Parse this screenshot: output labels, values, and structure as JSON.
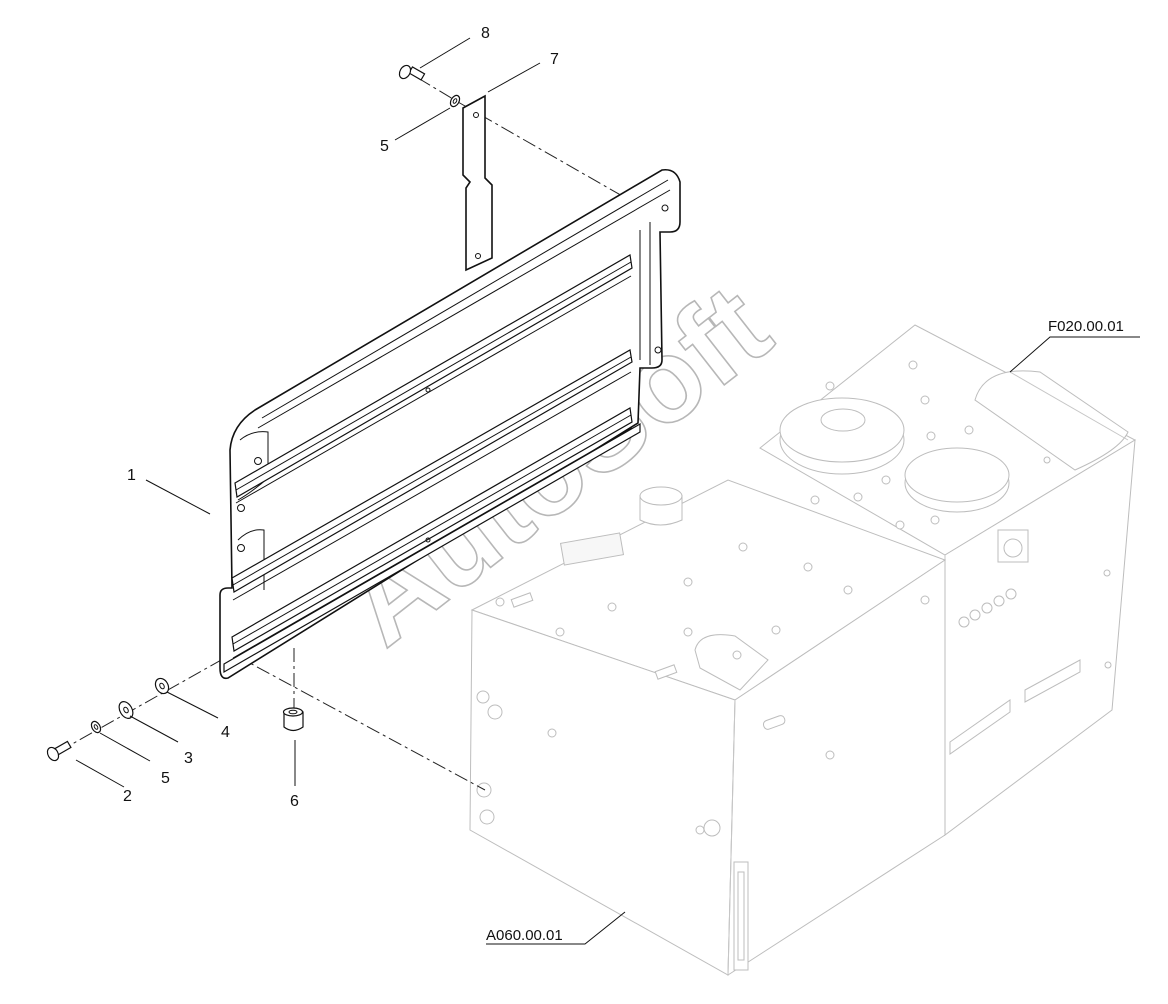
{
  "watermark": "AutoSoft",
  "callouts": {
    "c1": "1",
    "c2": "2",
    "c3": "3",
    "c4": "4",
    "c5a": "5",
    "c5b": "5",
    "c6": "6",
    "c7": "7",
    "c8": "8"
  },
  "references": {
    "right_assembly": "F020.00.01",
    "bottom_assembly": "A060.00.01"
  }
}
